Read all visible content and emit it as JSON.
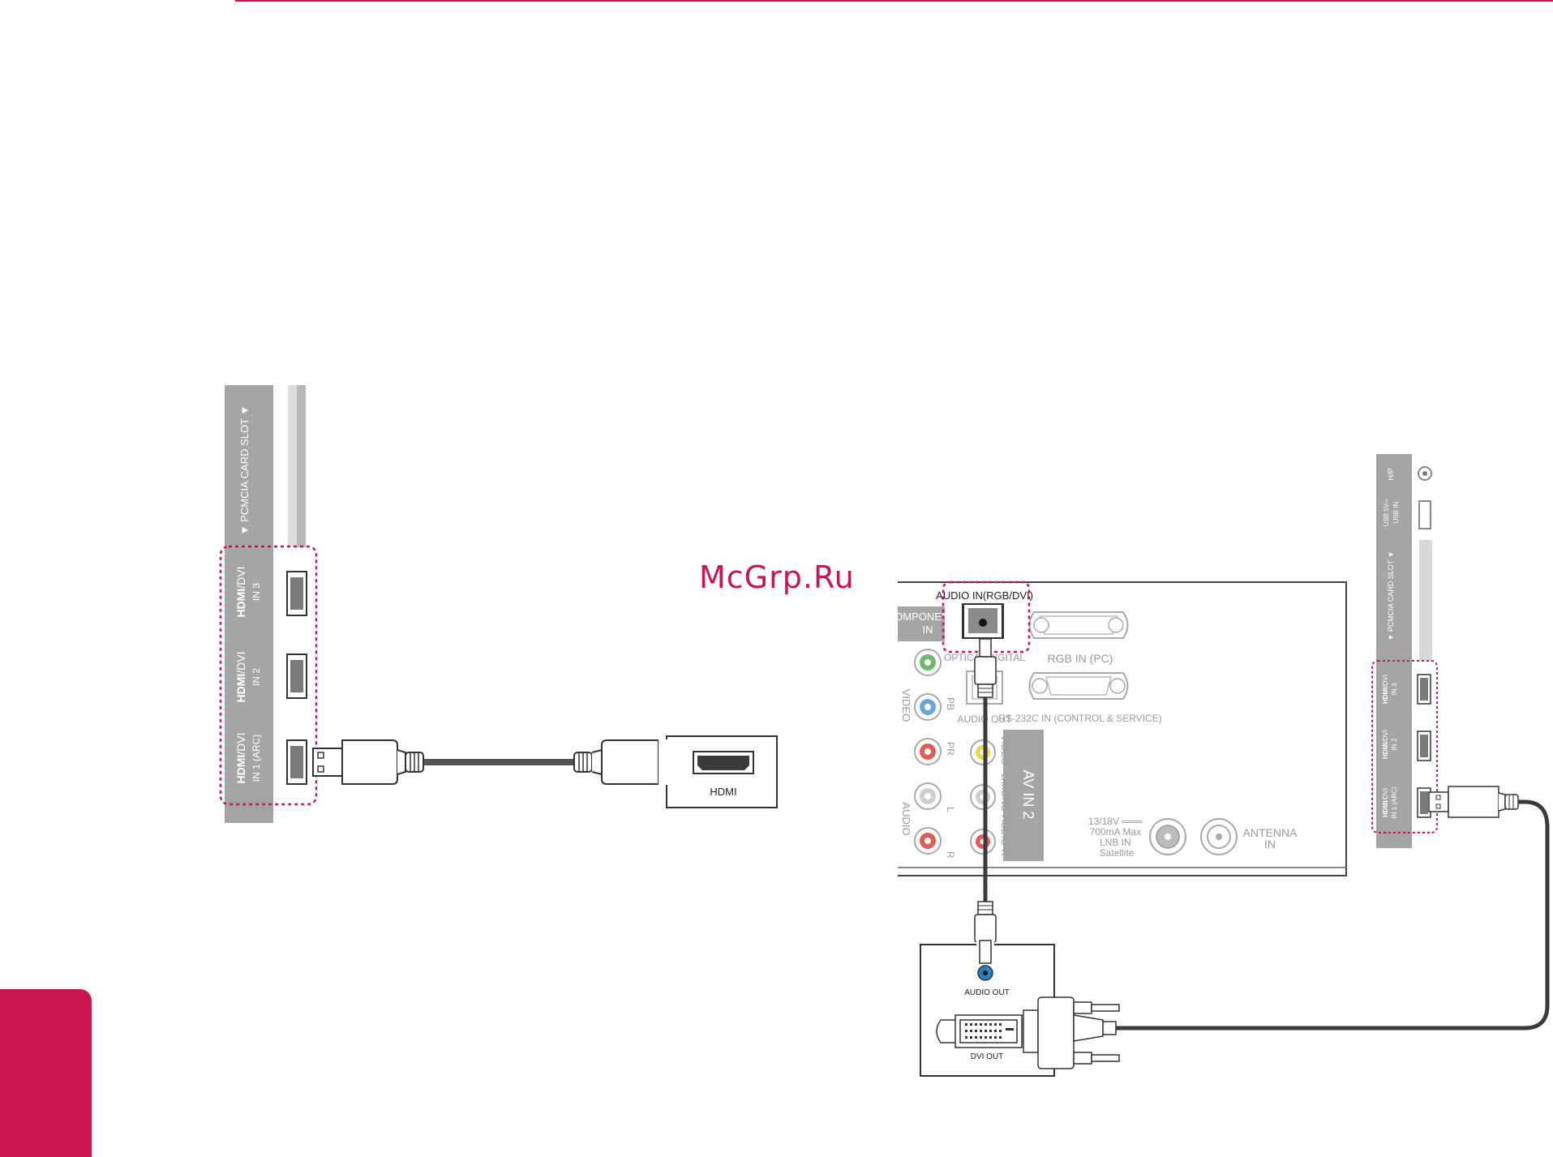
{
  "watermark": "McGrp.Ru",
  "colors": {
    "accent": "#c8174f",
    "panel": "#a5a5a5",
    "line": "#3a3a3a"
  },
  "left_panel": {
    "slot_label": "▼ PCMCIA CARD SLOT ▼",
    "hdmi_mark": "HDMI",
    "ports": [
      {
        "suffix": "/DVI",
        "sub": "IN 3"
      },
      {
        "suffix": "/DVI",
        "sub": "IN 2"
      },
      {
        "suffix": "/DVI",
        "sub": "IN 1 (ARC)"
      }
    ]
  },
  "device": {
    "port_label": "HDMI"
  },
  "rear_panel": {
    "audio_in_label": "AUDIO IN(RGB/DVI)",
    "component_in": [
      "COMPONENT",
      "IN"
    ],
    "optical_label": "OPTICAL DIGITAL",
    "audio_out_label": "AUDIO OUT",
    "rgb_label": "RGB IN (PC)",
    "rs232_label": "RS-232C IN (CONTROL & SERVICE)",
    "video_label": "VIDEO",
    "audio_label": "AUDIO",
    "pb": "PB",
    "pr": "PR",
    "l": "L",
    "r": "R",
    "av_video": "VIDEO",
    "av_audio": "L/MONO-AUDIO-R",
    "av_in": "AV IN 2",
    "satellite": [
      "13/18V ═══",
      "700mA Max",
      "LNB IN",
      "Satellite"
    ],
    "antenna": [
      "ANTENNA",
      "IN"
    ]
  },
  "side_panel": {
    "hp": "H/P",
    "usb": [
      "USB IN",
      "USB 5V⎓"
    ],
    "slot_label": "▼ PCMCIA CARD SLOT ▼",
    "hdmi_mark": "HDMI",
    "ports": [
      {
        "suffix": "/DVI",
        "sub": "IN 3"
      },
      {
        "suffix": "/DVI",
        "sub": "IN 2"
      },
      {
        "suffix": "/DVI",
        "sub": "IN 1 (ARC)"
      }
    ]
  },
  "pc": {
    "audio_out_label": "AUDIO OUT",
    "dvi_out_label": "DVI OUT"
  }
}
